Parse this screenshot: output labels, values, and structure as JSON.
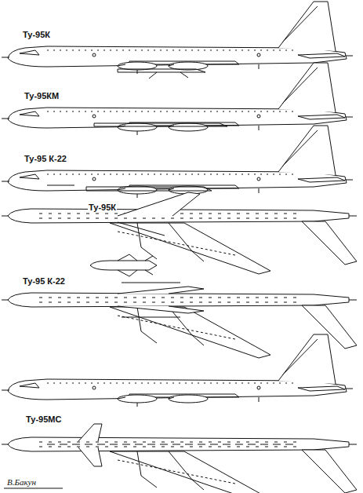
{
  "diagram": {
    "labels": [
      "Ту-95К",
      "Ту-95КМ",
      "Ту-95 К-22",
      "Ту-95К",
      "Ту-95 К-22",
      "Ту-95МС",
      "В.Бакун"
    ]
  }
}
